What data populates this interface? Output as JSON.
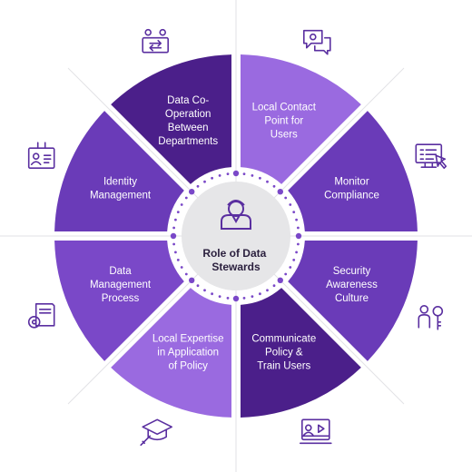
{
  "center": {
    "title_lines": [
      "Role of Data",
      "Stewards"
    ],
    "icon": "person-icon"
  },
  "colors": {
    "dark": "#4b1f8a",
    "mid": "#6a3bb8",
    "light": "#8c5ad6",
    "lightest": "#9a6ae0",
    "center_fill": "#e6e6e8",
    "dots": "#7a48c8",
    "icon_stroke": "#5a2fa0"
  },
  "segments": [
    {
      "lines": [
        "Local Contact",
        "Point for",
        "Users"
      ],
      "icon": "chat-settings-icon",
      "color": "#9a6ae0"
    },
    {
      "lines": [
        "Monitor",
        "Compliance"
      ],
      "icon": "monitor-checklist-icon",
      "color": "#6a3bb8"
    },
    {
      "lines": [
        "Security",
        "Awareness",
        "Culture"
      ],
      "icon": "key-person-icon",
      "color": "#6a3bb8"
    },
    {
      "lines": [
        "Communicate",
        "Policy &",
        "Train Users"
      ],
      "icon": "presentation-video-icon",
      "color": "#4b1f8a"
    },
    {
      "lines": [
        "Local Expertise",
        "in Application",
        "of Policy"
      ],
      "icon": "graduation-cap-icon",
      "color": "#9a6ae0"
    },
    {
      "lines": [
        "Data",
        "Management",
        "Process"
      ],
      "icon": "document-gear-icon",
      "color": "#7a48c8"
    },
    {
      "lines": [
        "Identity",
        "Management"
      ],
      "icon": "id-badge-icon",
      "color": "#6a3bb8"
    },
    {
      "lines": [
        "Data Co-",
        "Operation",
        "Between",
        "Departments"
      ],
      "icon": "exchange-people-icon",
      "color": "#4b1f8a"
    }
  ]
}
